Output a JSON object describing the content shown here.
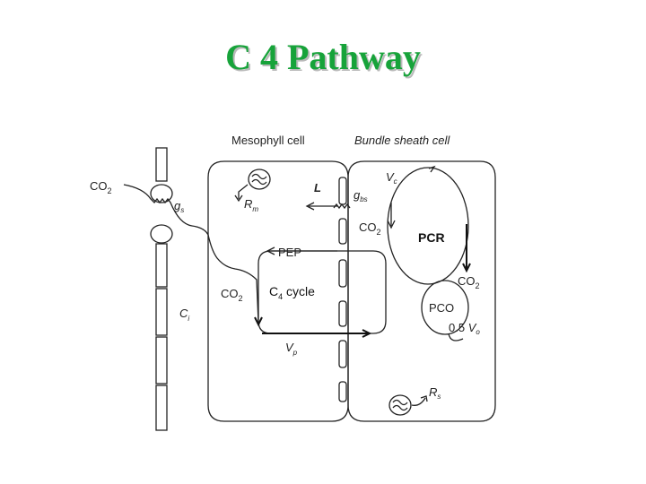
{
  "title": "C 4 Pathway",
  "labels": {
    "mesophyll_cell": "Mesophyll cell",
    "bundle_sheath_cell": "Bundle sheath cell",
    "co2_ambient": "CO",
    "co2_ambient_sub": "2",
    "gs": "g",
    "gs_sub": "s",
    "ci": "C",
    "ci_sub": "i",
    "rm": "R",
    "rm_sub": "m",
    "l": "L",
    "gbs": "g",
    "gbs_sub": "bs",
    "vc": "V",
    "vc_sub": "c",
    "co2_bs": "CO",
    "co2_bs_sub": "2",
    "pcr": "PCR",
    "pep": "PEP",
    "co2_meso": "CO",
    "co2_meso_sub": "2",
    "c4_cycle_c": "C",
    "c4_cycle_sub": "4",
    "c4_cycle_rest": " cycle",
    "co2_pco": "CO",
    "co2_pco_sub": "2",
    "pco": "PCO",
    "half_vo_num": "0.5 ",
    "half_vo": "V",
    "half_vo_sub": "o",
    "vp": "V",
    "vp_sub": "p",
    "rs": "R",
    "rs_sub": "s"
  }
}
